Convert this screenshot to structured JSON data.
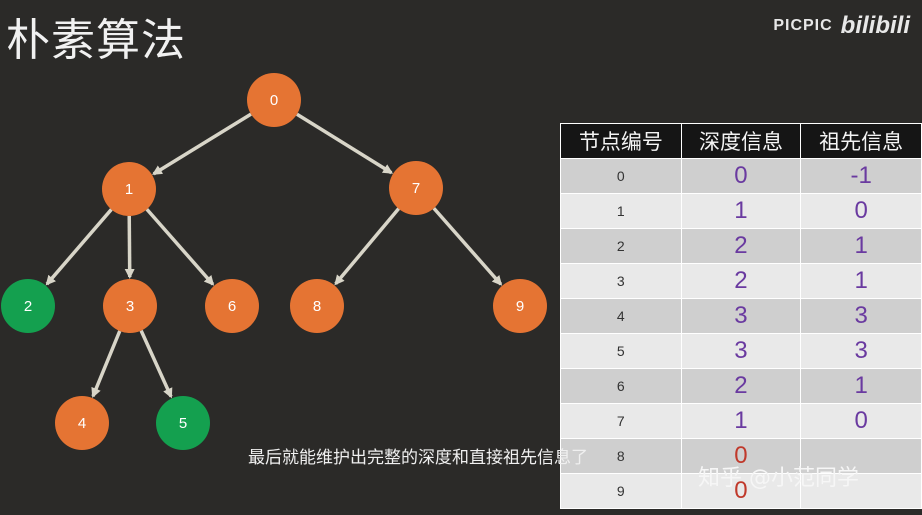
{
  "title": "朴素算法",
  "watermark": {
    "brand1": "PICPIC",
    "brand2": "bilibili"
  },
  "tree": {
    "nodes": [
      {
        "id": "0",
        "color": "#e57433"
      },
      {
        "id": "1",
        "color": "#e57433"
      },
      {
        "id": "7",
        "color": "#e57433"
      },
      {
        "id": "2",
        "color": "#14a04f"
      },
      {
        "id": "3",
        "color": "#e57433"
      },
      {
        "id": "6",
        "color": "#e57433"
      },
      {
        "id": "8",
        "color": "#e57433"
      },
      {
        "id": "9",
        "color": "#e57433"
      },
      {
        "id": "4",
        "color": "#e57433"
      },
      {
        "id": "5",
        "color": "#14a04f"
      }
    ],
    "edges": [
      [
        "0",
        "1"
      ],
      [
        "0",
        "7"
      ],
      [
        "1",
        "2"
      ],
      [
        "1",
        "3"
      ],
      [
        "1",
        "6"
      ],
      [
        "7",
        "8"
      ],
      [
        "7",
        "9"
      ],
      [
        "3",
        "4"
      ],
      [
        "3",
        "5"
      ]
    ]
  },
  "table": {
    "headers": [
      "节点编号",
      "深度信息",
      "祖先信息"
    ],
    "rows": [
      [
        "0",
        "0",
        "-1"
      ],
      [
        "1",
        "1",
        "0"
      ],
      [
        "2",
        "2",
        "1"
      ],
      [
        "3",
        "2",
        "1"
      ],
      [
        "4",
        "3",
        "3"
      ],
      [
        "5",
        "3",
        "3"
      ],
      [
        "6",
        "2",
        "1"
      ],
      [
        "7",
        "1",
        "0"
      ],
      [
        "8",
        "0",
        ""
      ],
      [
        "9",
        "0",
        ""
      ]
    ]
  },
  "subtitle": "最后就能维护出完整的深度和直接祖先信息了",
  "zhihu_watermark": "知乎 @小范同学"
}
